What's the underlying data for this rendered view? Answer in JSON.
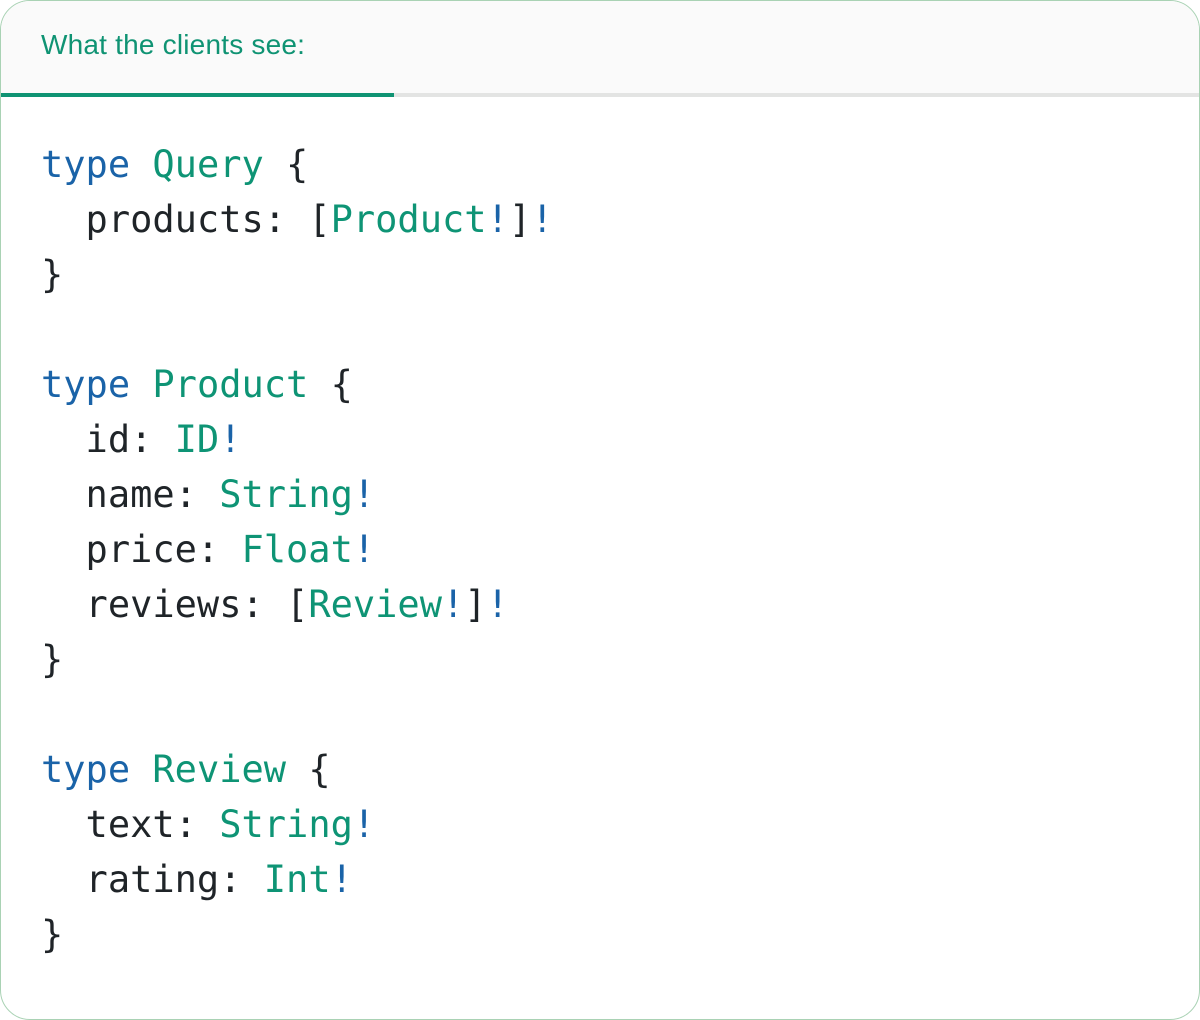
{
  "tab": {
    "label": "What the clients see:"
  },
  "palette": {
    "accent-green": "#0f9373",
    "keyword-blue": "#1a63a8",
    "type-green": "#0e9475",
    "code-ink": "#1f2428",
    "tabbar-bg": "#fafafa",
    "divider-gray": "#e3e4e3",
    "card-border": "#a9d2b4",
    "card-bg": "#ffffff"
  },
  "code": {
    "language": "graphql",
    "lines": [
      [
        {
          "t": "type",
          "c": "kw"
        },
        {
          "t": " ",
          "c": "plain"
        },
        {
          "t": "Query",
          "c": "type"
        },
        {
          "t": " {",
          "c": "plain"
        }
      ],
      [
        {
          "t": "  products: [",
          "c": "plain"
        },
        {
          "t": "Product",
          "c": "type"
        },
        {
          "t": "!",
          "c": "kw"
        },
        {
          "t": "]",
          "c": "plain"
        },
        {
          "t": "!",
          "c": "kw"
        }
      ],
      [
        {
          "t": "}",
          "c": "plain"
        }
      ],
      [],
      [
        {
          "t": "type",
          "c": "kw"
        },
        {
          "t": " ",
          "c": "plain"
        },
        {
          "t": "Product",
          "c": "type"
        },
        {
          "t": " {",
          "c": "plain"
        }
      ],
      [
        {
          "t": "  id: ",
          "c": "plain"
        },
        {
          "t": "ID",
          "c": "type"
        },
        {
          "t": "!",
          "c": "kw"
        }
      ],
      [
        {
          "t": "  name: ",
          "c": "plain"
        },
        {
          "t": "String",
          "c": "type"
        },
        {
          "t": "!",
          "c": "kw"
        }
      ],
      [
        {
          "t": "  price: ",
          "c": "plain"
        },
        {
          "t": "Float",
          "c": "type"
        },
        {
          "t": "!",
          "c": "kw"
        }
      ],
      [
        {
          "t": "  reviews: [",
          "c": "plain"
        },
        {
          "t": "Review",
          "c": "type"
        },
        {
          "t": "!",
          "c": "kw"
        },
        {
          "t": "]",
          "c": "plain"
        },
        {
          "t": "!",
          "c": "kw"
        }
      ],
      [
        {
          "t": "}",
          "c": "plain"
        }
      ],
      [],
      [
        {
          "t": "type",
          "c": "kw"
        },
        {
          "t": " ",
          "c": "plain"
        },
        {
          "t": "Review",
          "c": "type"
        },
        {
          "t": " {",
          "c": "plain"
        }
      ],
      [
        {
          "t": "  text: ",
          "c": "plain"
        },
        {
          "t": "String",
          "c": "type"
        },
        {
          "t": "!",
          "c": "kw"
        }
      ],
      [
        {
          "t": "  rating: ",
          "c": "plain"
        },
        {
          "t": "Int",
          "c": "type"
        },
        {
          "t": "!",
          "c": "kw"
        }
      ],
      [
        {
          "t": "}",
          "c": "plain"
        }
      ]
    ]
  }
}
